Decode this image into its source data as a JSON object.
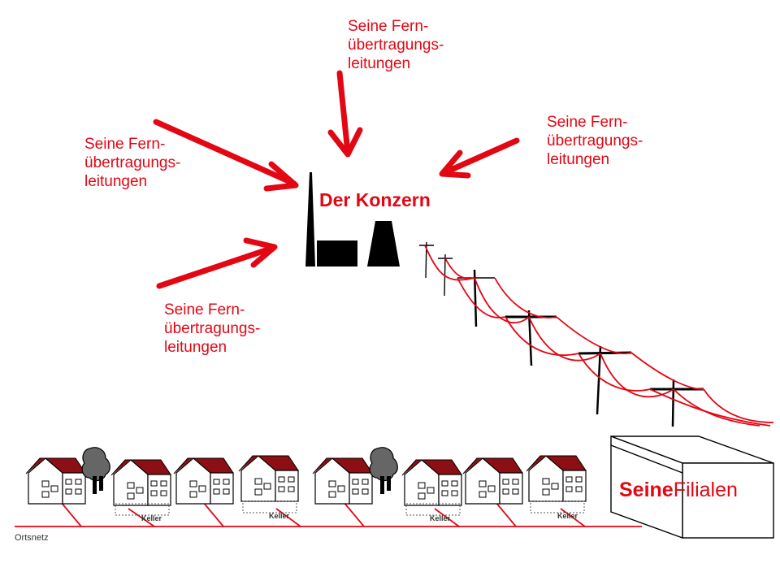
{
  "colors": {
    "accent": "#e30613",
    "dark": "#000000",
    "roof": "#8b0f14"
  },
  "labels": {
    "fern_top": [
      "Seine Fern-",
      "übertragungs-",
      "leitungen"
    ],
    "fern_right": [
      "Seine Fern-",
      "übertragungs-",
      "leitungen"
    ],
    "fern_left": [
      "Seine Fern-",
      "übertragungs-",
      "leitungen"
    ],
    "fern_lower": [
      "Seine Fern-",
      "übertragungs-",
      "leitungen"
    ]
  },
  "konzern": "Der Konzern",
  "filialen": {
    "seine": "Seine",
    "filialen": "Filialen"
  },
  "ortsnetz": "Ortsnetz",
  "keller": [
    "Keller",
    "Keller",
    "Keller",
    "Keller"
  ],
  "icons": [
    "arrow-icon",
    "factory-icon",
    "power-pylon-icon",
    "house-icon",
    "tree-icon",
    "building-box-icon"
  ]
}
